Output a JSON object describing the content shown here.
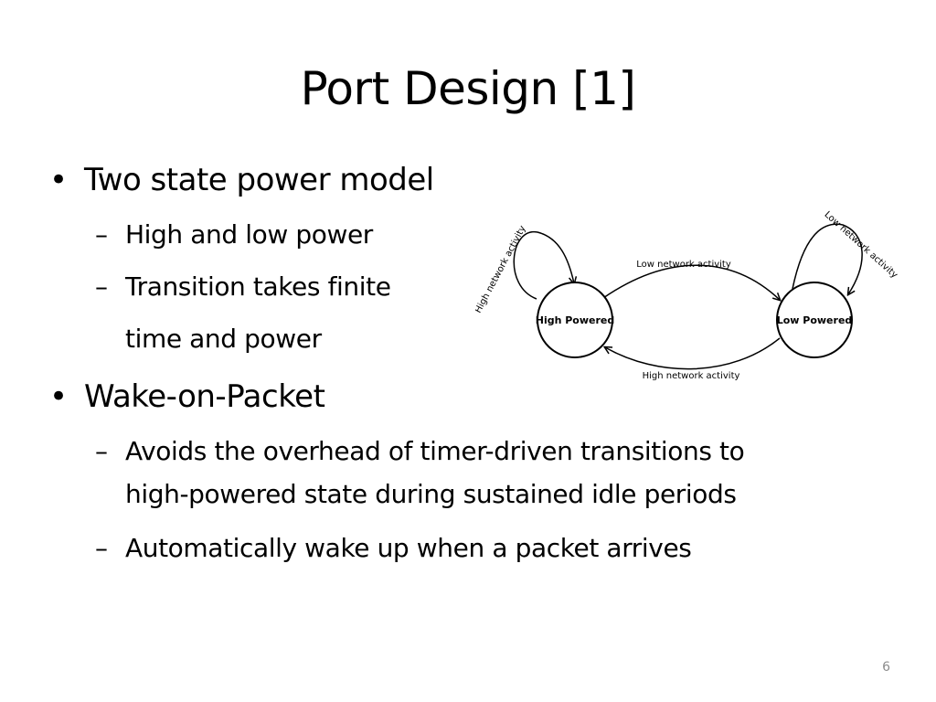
{
  "slide": {
    "title": "Port Design [1]",
    "page_number": "6"
  },
  "bullets": [
    {
      "text": "Two state power model",
      "sub": [
        {
          "lines": [
            "High and low power"
          ]
        },
        {
          "lines": [
            "Transition takes finite",
            "time and power"
          ]
        }
      ]
    },
    {
      "text": "Wake-on-Packet",
      "sub": [
        {
          "lines": [
            "Avoids the overhead of timer-driven transitions to",
            "high-powered state during sustained idle periods"
          ]
        },
        {
          "lines": [
            "Automatically wake up when a packet arrives"
          ]
        }
      ]
    }
  ],
  "diagram": {
    "nodes": [
      {
        "id": "high",
        "label": "High Powered"
      },
      {
        "id": "low",
        "label": "Low Powered"
      }
    ],
    "edges": [
      {
        "from": "high",
        "to": "low",
        "label": "Low network activity"
      },
      {
        "from": "low",
        "to": "high",
        "label": "High network activity"
      },
      {
        "from": "high",
        "to": "high",
        "label": "High network activity"
      },
      {
        "from": "low",
        "to": "low",
        "label": "Low network activity"
      }
    ]
  }
}
